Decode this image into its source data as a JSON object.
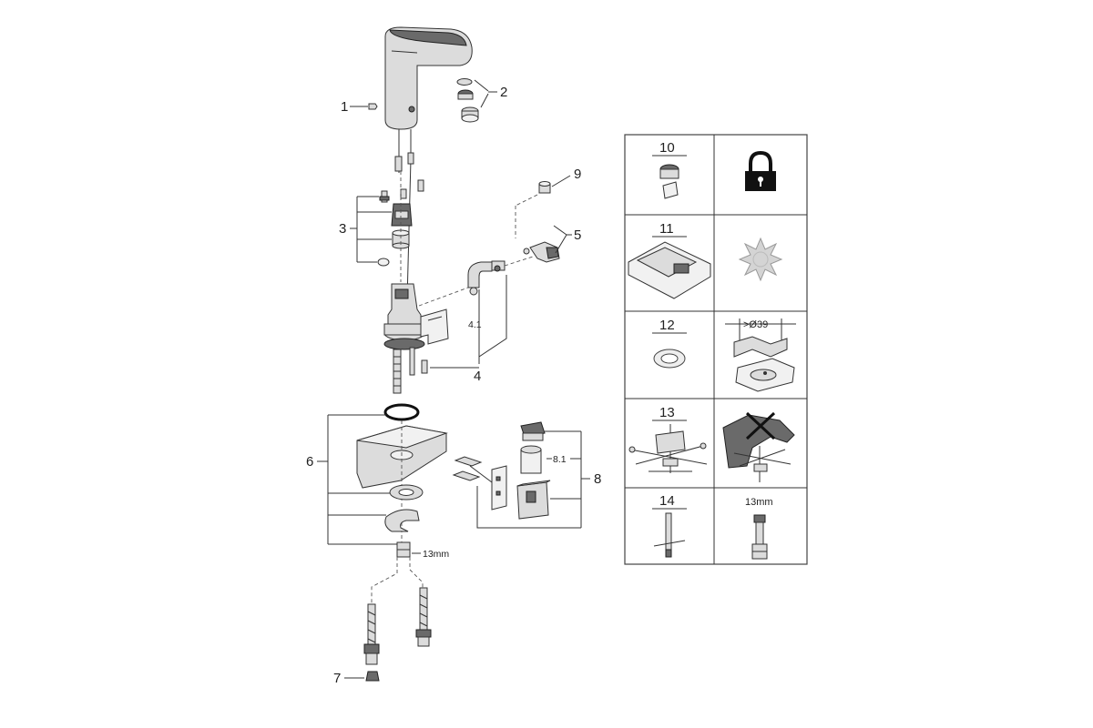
{
  "callouts": {
    "c1": "1",
    "c2": "2",
    "c3": "3",
    "c4": "4",
    "c4_1": "4.1",
    "c5": "5",
    "c6": "6",
    "c7": "7",
    "c8": "8",
    "c8_1": "8.1",
    "c9": "9"
  },
  "wrench_size": "13mm",
  "grid": {
    "c10": "10",
    "c11": "11",
    "c12": "12",
    "c12_dim": ">Ø39",
    "c13": "13",
    "c14": "14",
    "c14_wrench": "13mm"
  },
  "icons": {
    "lock": "lock-icon",
    "gear": "gear-icon"
  },
  "colors": {
    "line": "#333333",
    "part_fill": "#dcdcdc",
    "dark_fill": "#6a6a6a",
    "grid_border": "#444444"
  }
}
